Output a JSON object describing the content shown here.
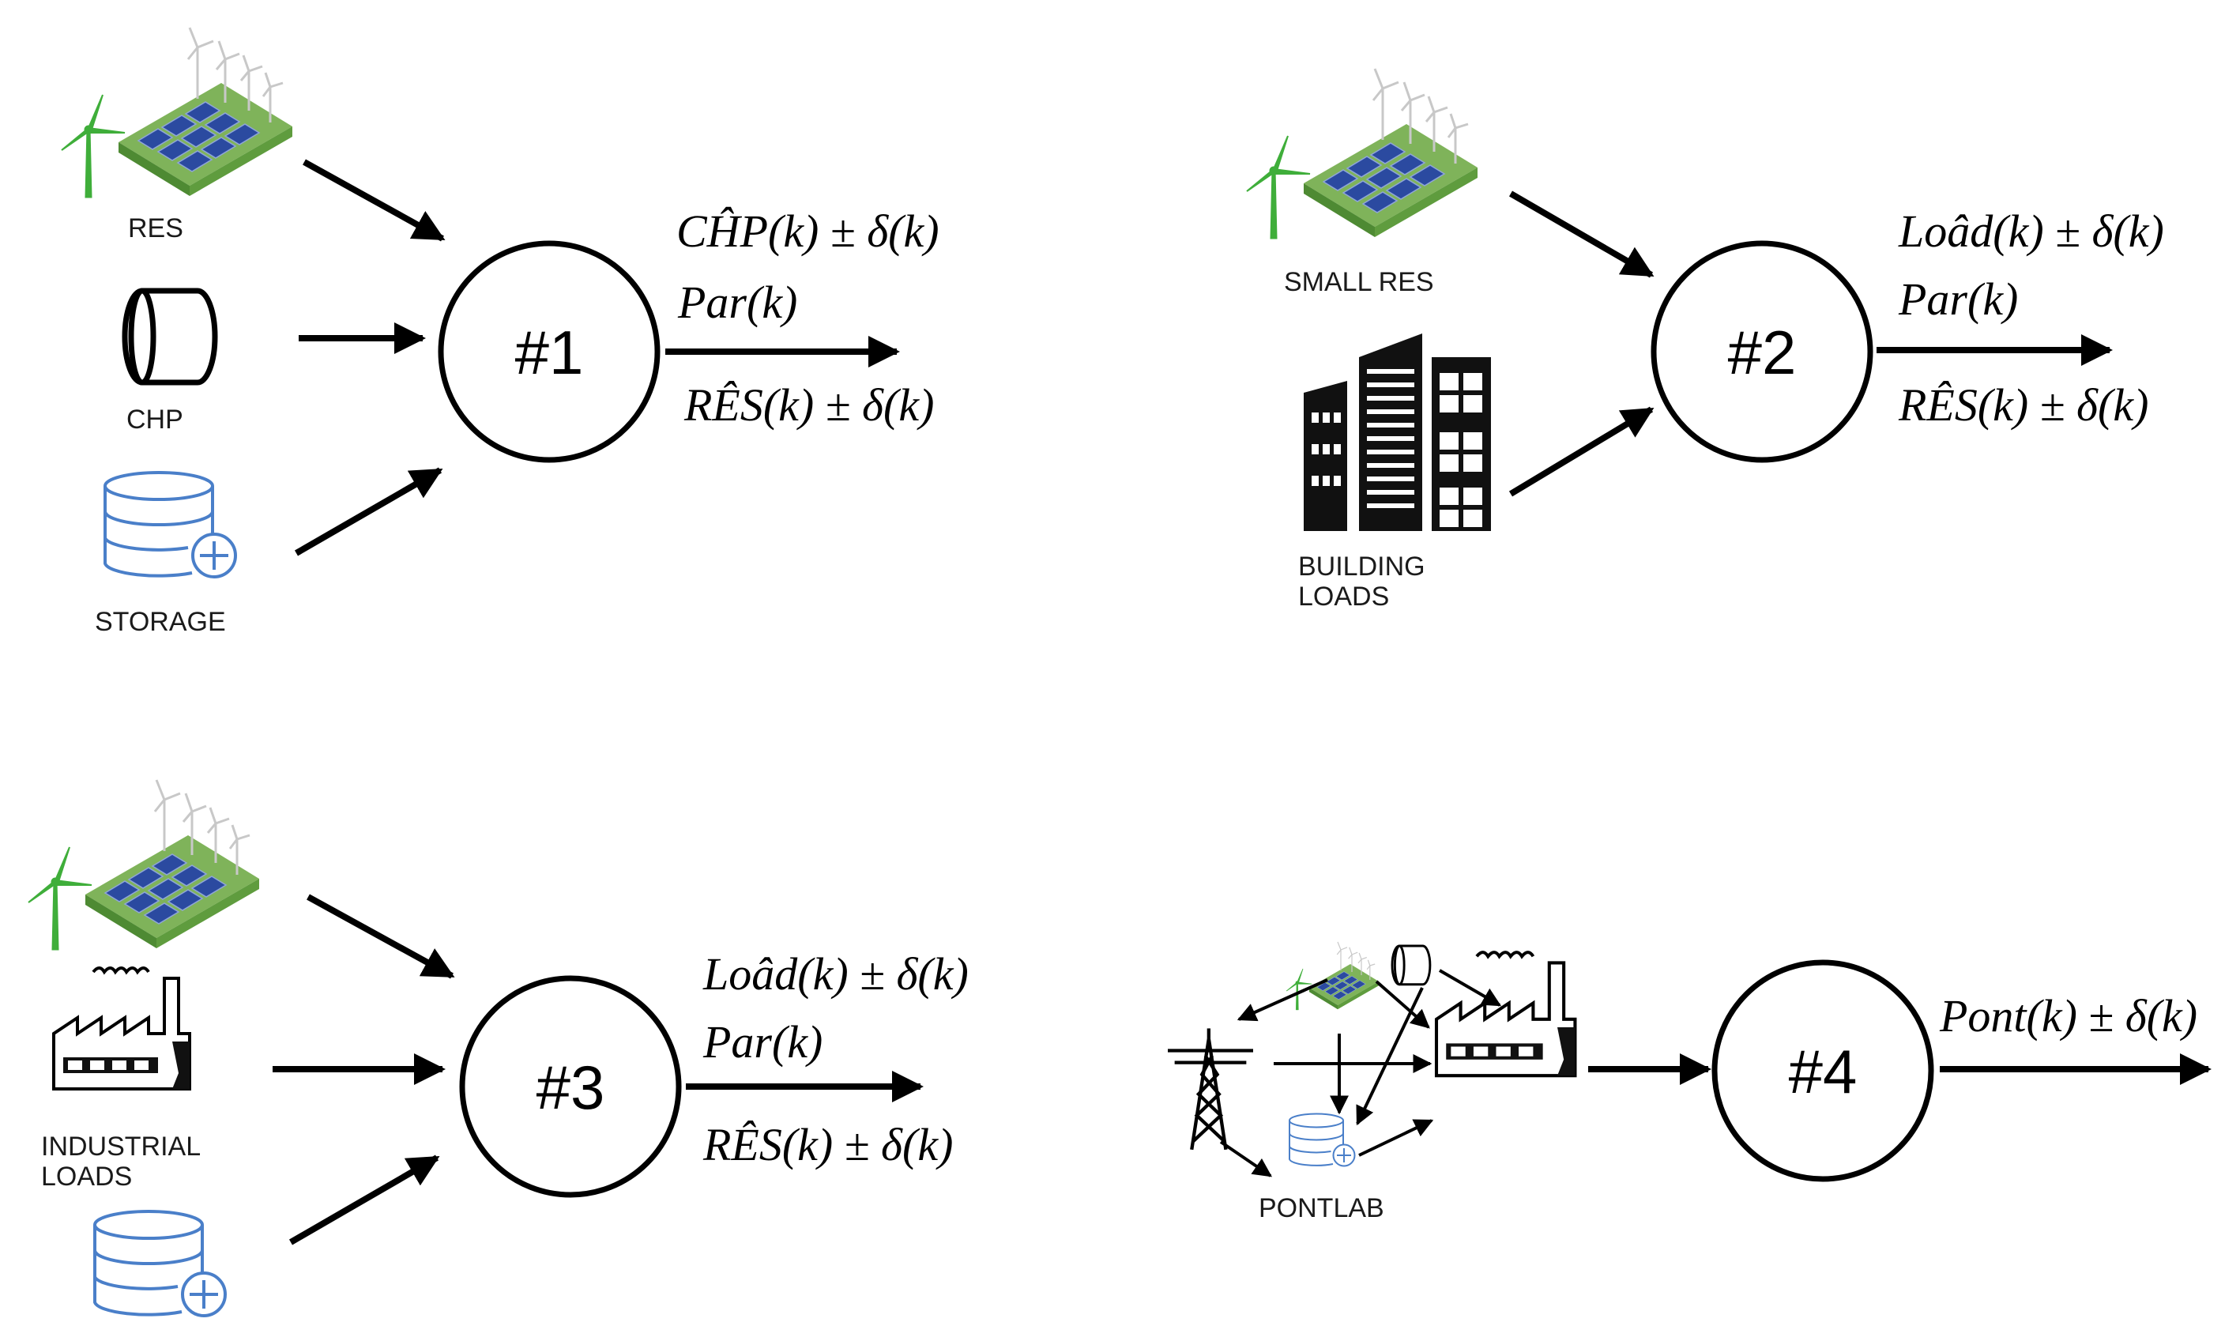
{
  "colors": {
    "ink": "#000000",
    "solar_blue": "#2b4aa0",
    "grass_green": "#6aa84f",
    "turbine_green": "#3fae3a",
    "storage_blue": "#4a7fc9"
  },
  "icons": [
    "res-icon",
    "chp-icon",
    "storage-icon",
    "building-icon",
    "factory-icon",
    "pylon-icon"
  ],
  "nodes": [
    {
      "id": "1",
      "label": "#1",
      "inputs": [
        "RES",
        "CHP",
        "STORAGE"
      ],
      "outputs": [
        "CĤP(k) ± δ(k)",
        "Par(k)",
        "RÊS(k) ± δ(k)"
      ]
    },
    {
      "id": "2",
      "label": "#2",
      "inputs": [
        "SMALL RES",
        "BUILDING",
        "LOADS"
      ],
      "outputs": [
        "Loâd(k) ± δ(k)",
        "Par(k)",
        "RÊS(k) ± δ(k)"
      ]
    },
    {
      "id": "3",
      "label": "#3",
      "inputs": [
        "INDUSTRIAL",
        "LOADS"
      ],
      "outputs": [
        "Loâd(k) ± δ(k)",
        "Par(k)",
        "RÊS(k) ± δ(k)"
      ]
    },
    {
      "id": "4",
      "label": "#4",
      "inputs": [
        "PONTLAB"
      ],
      "outputs": [
        "Pont(k) ± δ(k)"
      ]
    }
  ]
}
